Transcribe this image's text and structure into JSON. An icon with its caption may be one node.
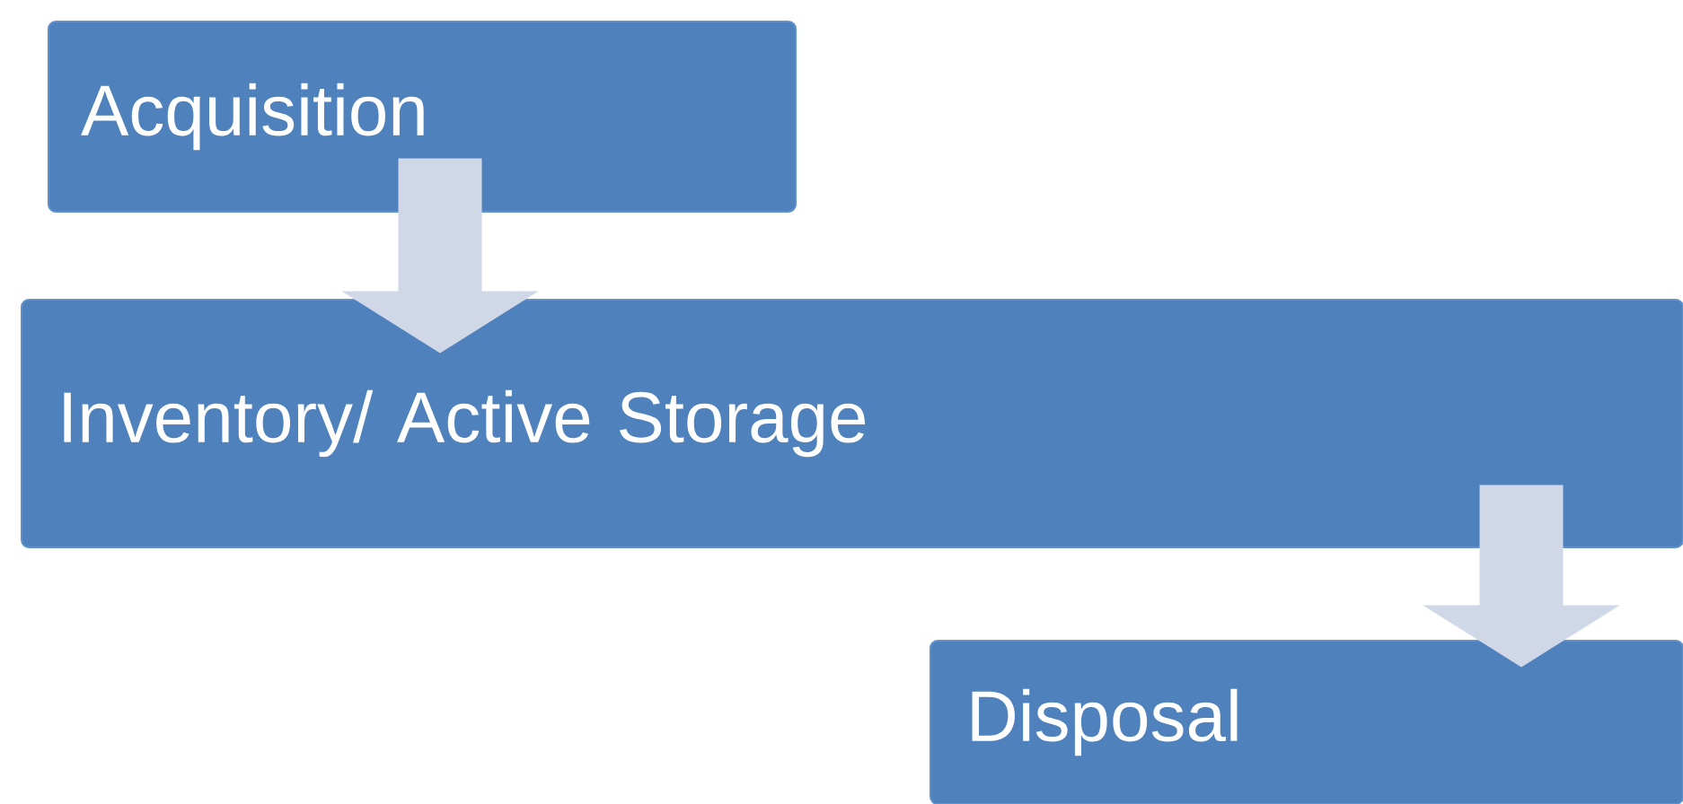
{
  "diagram": {
    "nodes": [
      {
        "text": [
          "Acquisition"
        ]
      },
      {
        "text": [
          "Inventory/ Active Storage"
        ]
      },
      {
        "text": [
          "Disposal"
        ]
      }
    ],
    "edges": [
      {
        "from": 0,
        "to": 1,
        "arrow": "to"
      },
      {
        "from": 1,
        "to": 2,
        "arrow": "to"
      }
    ]
  }
}
